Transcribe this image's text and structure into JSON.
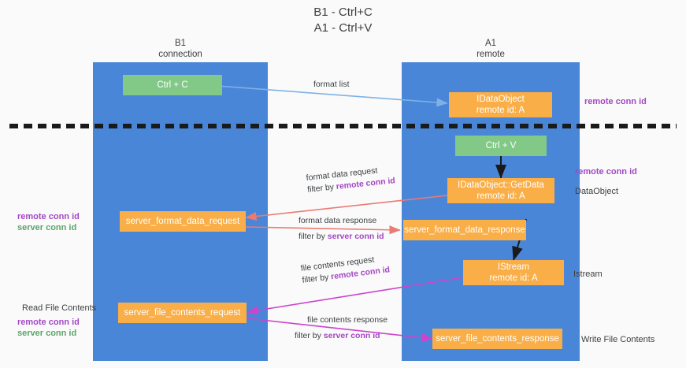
{
  "title": {
    "line1": "B1 - Ctrl+C",
    "line2": "A1 - Ctrl+V"
  },
  "columns": [
    {
      "name": "B1",
      "role": "connection"
    },
    {
      "name": "A1",
      "role": "remote"
    }
  ],
  "nodes": {
    "ctrl_c": {
      "line1": "Ctrl + C",
      "line2": ""
    },
    "ctrl_v": {
      "line1": "Ctrl + V",
      "line2": ""
    },
    "idataobject": {
      "line1": "IDataObject",
      "line2": "remote id: A"
    },
    "idataobject_getdata": {
      "line1": "IDataObject::GetData",
      "line2": "remote id: A"
    },
    "istream": {
      "line1": "IStream",
      "line2": "remote id: A"
    },
    "server_format_data_request": {
      "line1": "server_format_data_request",
      "line2": ""
    },
    "server_format_data_response": {
      "line1": "server_format_data_response",
      "line2": ""
    },
    "server_file_contents_request": {
      "line1": "server_file_contents_request",
      "line2": ""
    },
    "server_file_contents_response": {
      "line1": "server_file_contents_response",
      "line2": ""
    }
  },
  "channel_labels": {
    "format_list": {
      "line1": "format list",
      "filter_prefix": "",
      "filter_key": ""
    },
    "format_data_request": {
      "line1": "format data request",
      "filter_prefix": "filter by ",
      "filter_key": "remote conn id"
    },
    "format_data_response": {
      "line1": "format data response",
      "filter_prefix": "filter by ",
      "filter_key": "server conn id"
    },
    "file_contents_request": {
      "line1": "file contents request",
      "filter_prefix": "filter by ",
      "filter_key": "remote conn id"
    },
    "file_contents_response": {
      "line1": "file contents response",
      "filter_prefix": "filter by ",
      "filter_key": "server conn id"
    }
  },
  "right_labels": {
    "remote_conn_id_top": "remote conn id",
    "remote_conn_id_mid": "remote conn id",
    "dataobject": "DataObject",
    "istream": "Istream",
    "write_file_contents": "Write File Contents"
  },
  "left_labels": {
    "conn_pair_mid": {
      "remote": "remote conn id",
      "server": "server conn id"
    },
    "read_file_contents": "Read File Contents",
    "conn_pair_bottom": {
      "remote": "remote conn id",
      "server": "server conn id"
    }
  },
  "colors": {
    "lane_blue": "#4a86d8",
    "node_green": "#82c887",
    "node_orange": "#f9ae47",
    "remote_conn_id": "#a347c4",
    "server_conn_id": "#5aa469",
    "arrow_blue": "#7fb1e8",
    "arrow_red": "#ea7a72",
    "arrow_magenta": "#cc44cc",
    "arrow_black": "#1a1a1a",
    "divider": "#1a1a1a",
    "text": "#3c4043"
  }
}
